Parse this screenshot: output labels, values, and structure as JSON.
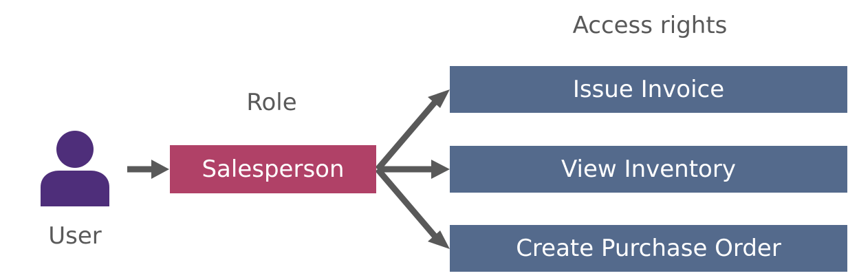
{
  "headers": {
    "access_rights": "Access rights",
    "role": "Role"
  },
  "user": {
    "label": "User"
  },
  "role_box": {
    "label": "Salesperson"
  },
  "access_rights": [
    {
      "label": "Issue Invoice"
    },
    {
      "label": "View Inventory"
    },
    {
      "label": "Create Purchase Order"
    }
  ],
  "colors": {
    "user_icon": "#4e2e7a",
    "role_box": "#b04167",
    "right_box": "#546a8c",
    "arrow": "#595959",
    "text": "#595959"
  }
}
